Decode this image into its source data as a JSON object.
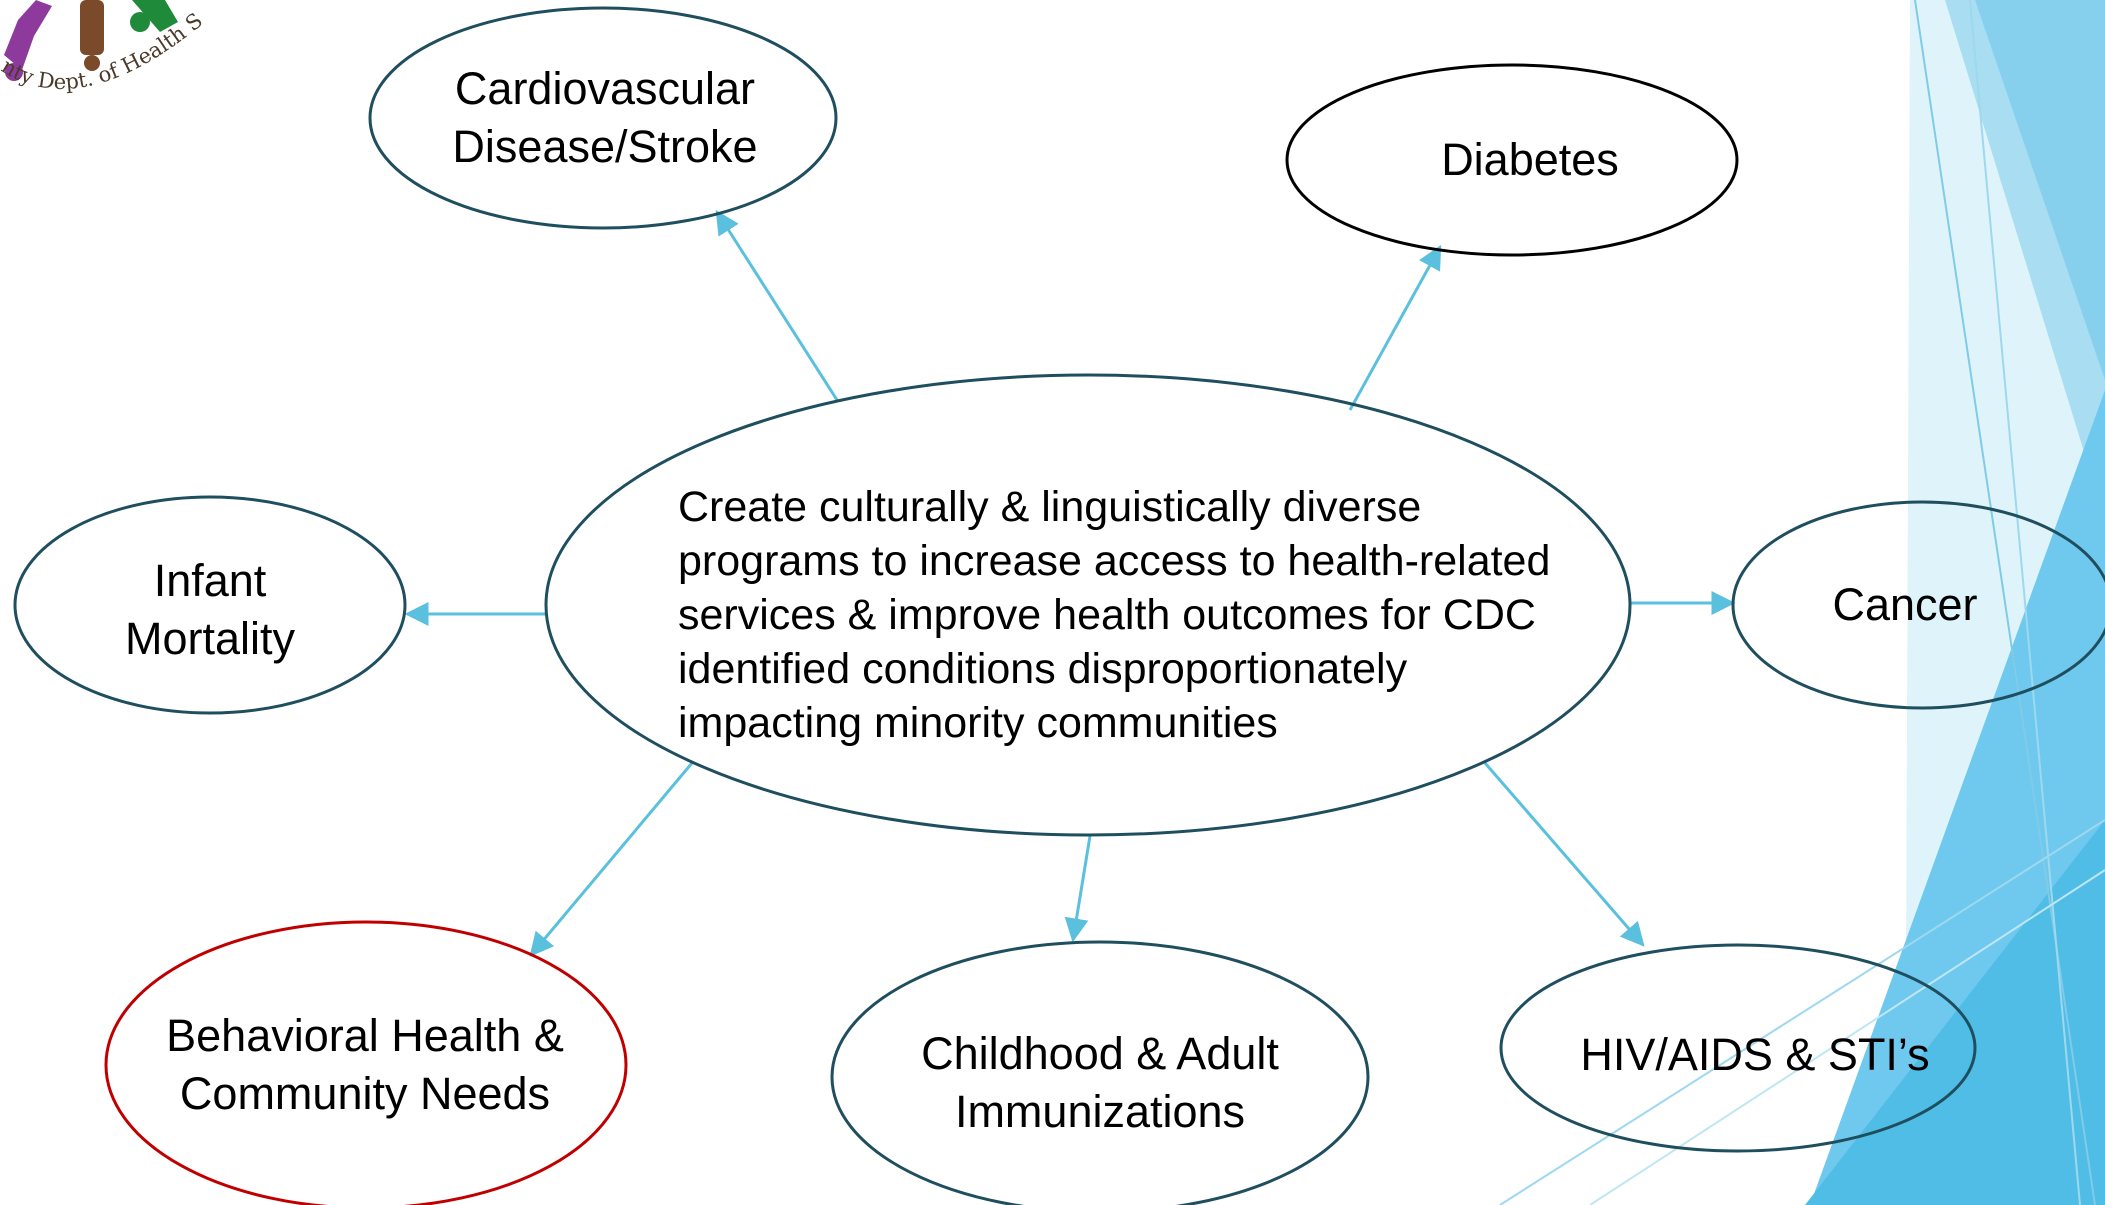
{
  "diagram": {
    "center": {
      "text": "Create culturally & linguistically diverse programs to increase access to health-related services & improve health outcomes for CDC identified conditions disproportionately impacting minority communities",
      "lines": [
        "Create culturally & linguistically diverse",
        "programs to increase access to health-related",
        "services & improve health outcomes for CDC",
        "identified conditions disproportionately",
        "impacting minority communities"
      ]
    },
    "nodes": {
      "cardiovascular": "Cardiovascular\nDisease/Stroke",
      "diabetes": "Diabetes",
      "infant_mortality": "Infant\nMortality",
      "cancer": "Cancer",
      "behavioral_health": "Behavioral Health &\nCommunity Needs",
      "immunizations": "Childhood & Adult\nImmunizations",
      "hiv": "HIV/AIDS & STI’s"
    },
    "logo": {
      "text": "nty Dept. of Health S"
    }
  },
  "colors": {
    "ellipse_border": "#1f4e5f",
    "highlight_border": "#c00000",
    "diabetes_border": "#000000",
    "arrow": "#5bc0de",
    "accent_light": "#a9def2",
    "accent": "#4fbde6"
  }
}
